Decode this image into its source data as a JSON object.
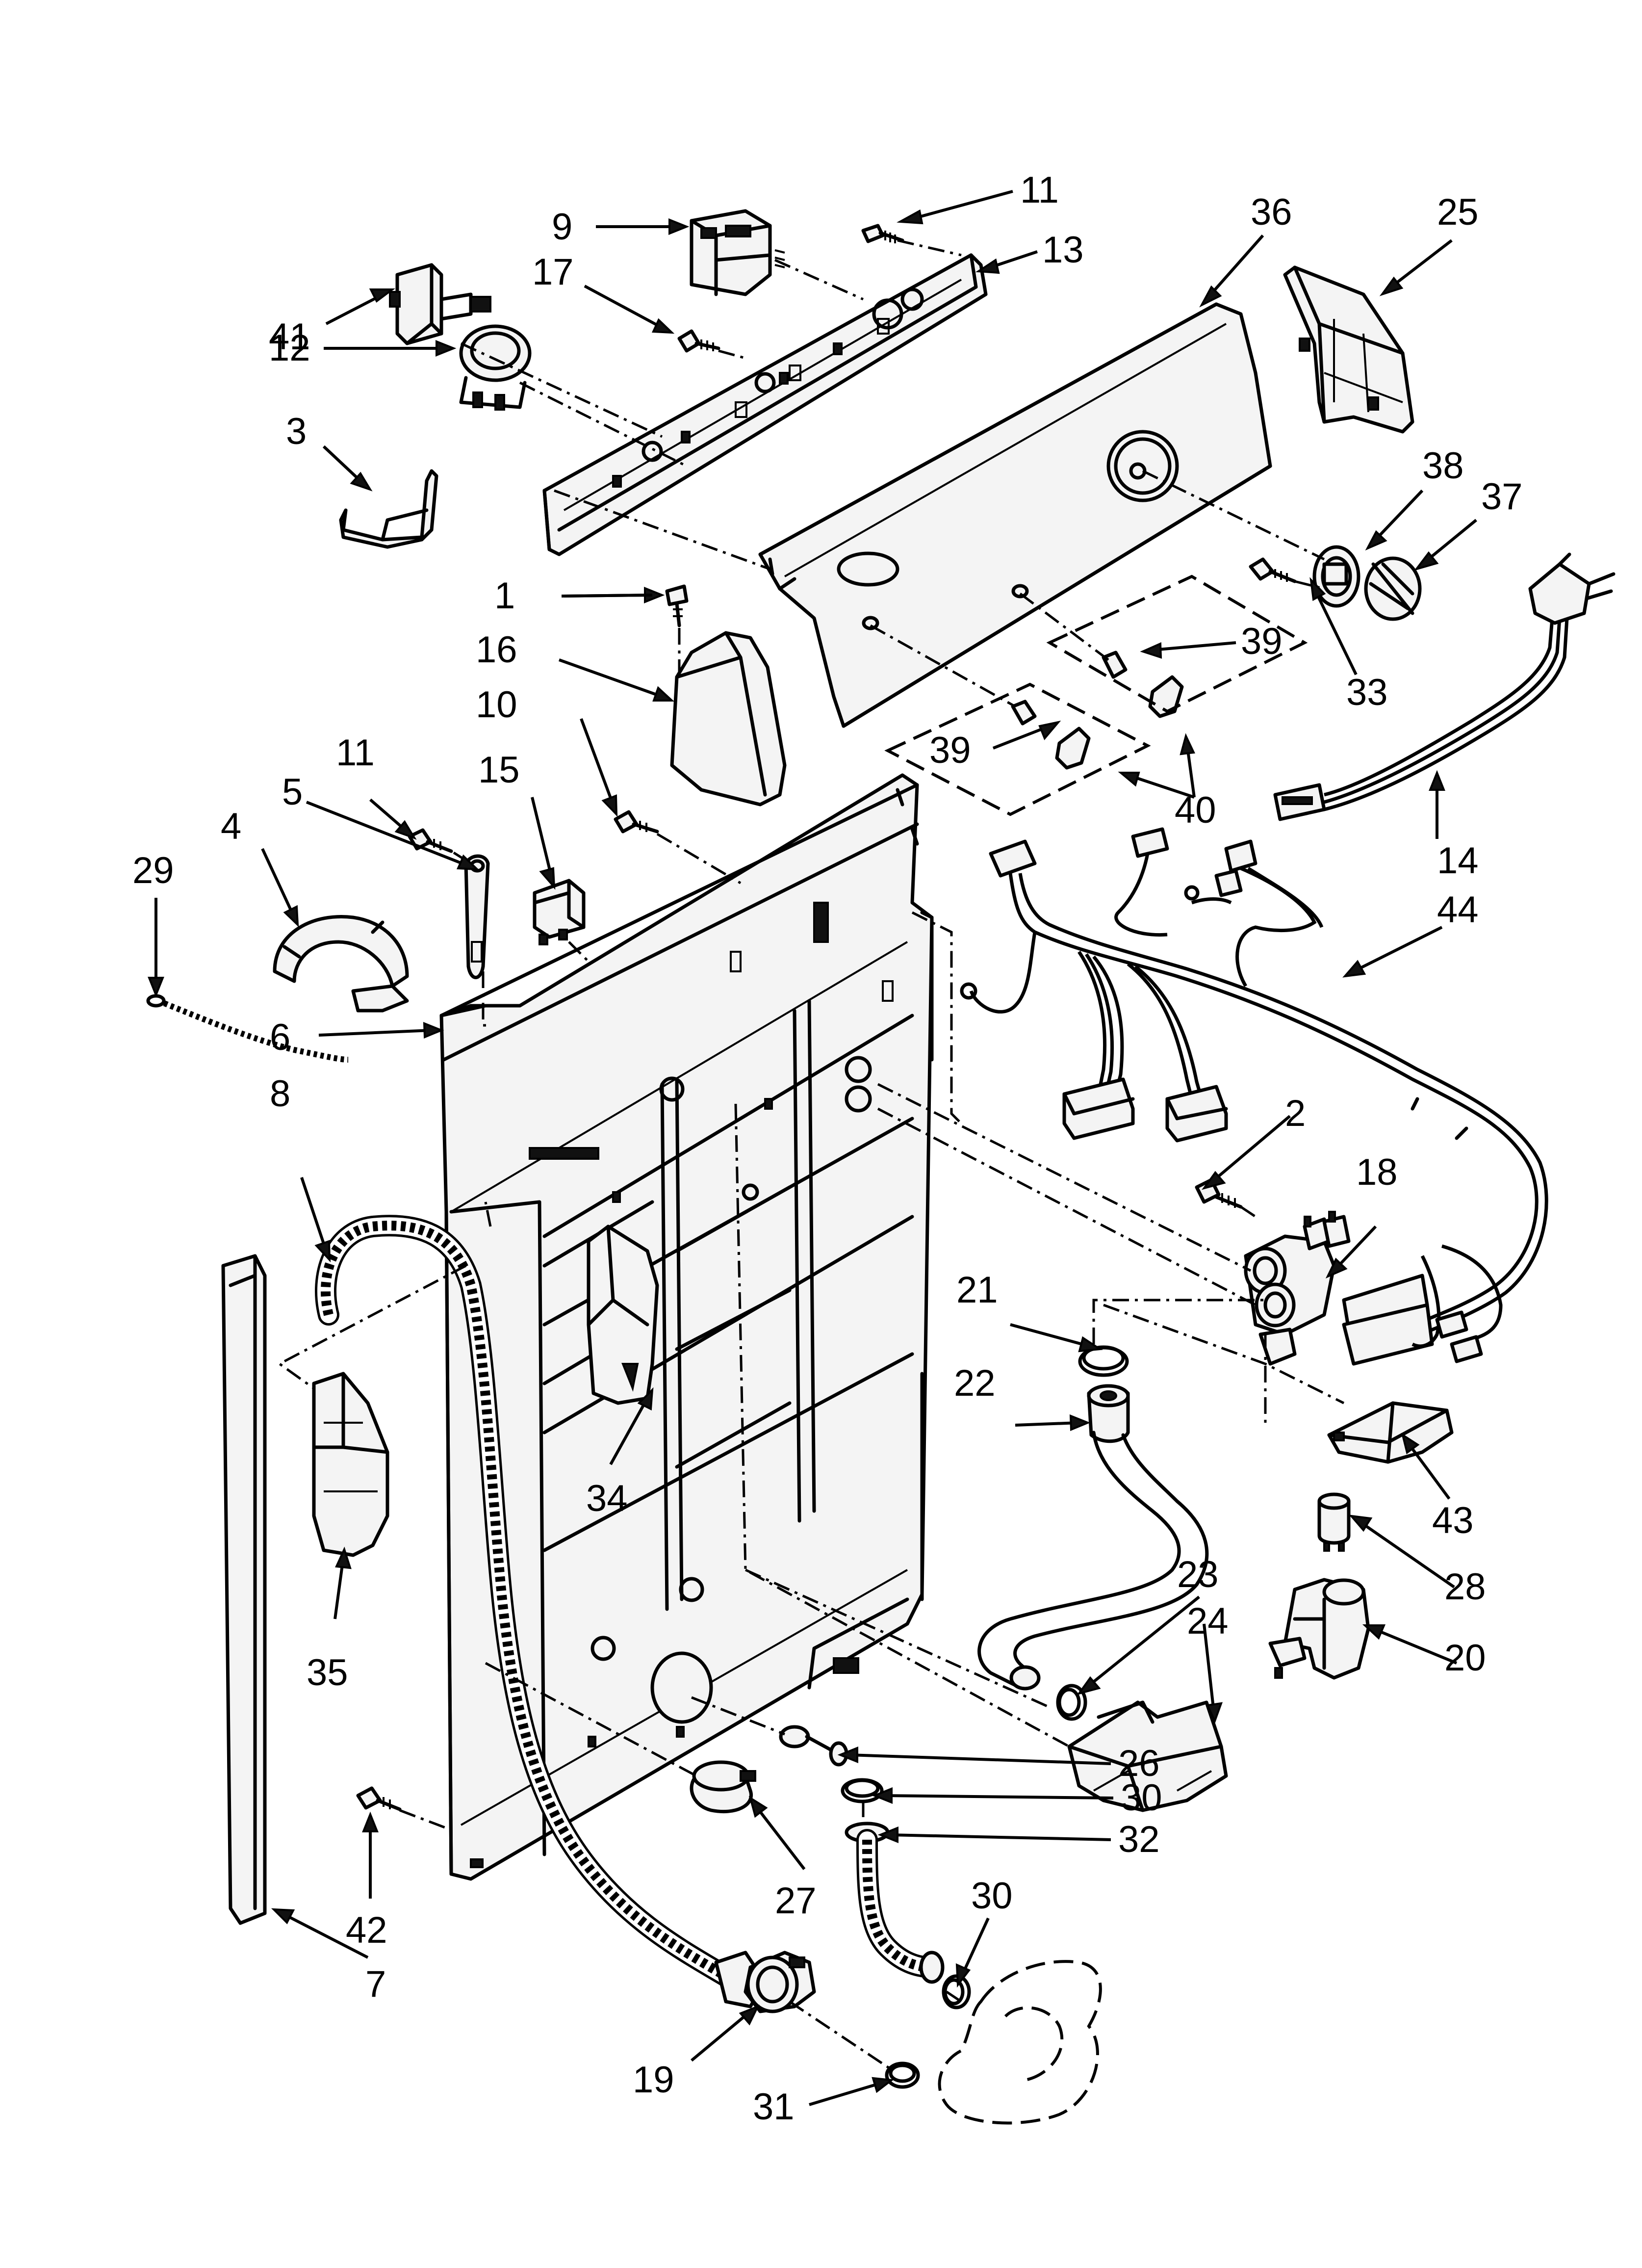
{
  "diagram": {
    "type": "exploded-parts-diagram",
    "callouts": [
      {
        "id": "c1",
        "number": "1"
      },
      {
        "id": "c2",
        "number": "2"
      },
      {
        "id": "c3",
        "number": "3"
      },
      {
        "id": "c4",
        "number": "4"
      },
      {
        "id": "c5",
        "number": "5"
      },
      {
        "id": "c6",
        "number": "6"
      },
      {
        "id": "c7",
        "number": "7"
      },
      {
        "id": "c8",
        "number": "8"
      },
      {
        "id": "c9",
        "number": "9"
      },
      {
        "id": "c10",
        "number": "10"
      },
      {
        "id": "c11a",
        "number": "11"
      },
      {
        "id": "c11b",
        "number": "11"
      },
      {
        "id": "c12",
        "number": "12"
      },
      {
        "id": "c13",
        "number": "13"
      },
      {
        "id": "c14",
        "number": "14"
      },
      {
        "id": "c15",
        "number": "15"
      },
      {
        "id": "c16",
        "number": "16"
      },
      {
        "id": "c17",
        "number": "17"
      },
      {
        "id": "c18",
        "number": "18"
      },
      {
        "id": "c19",
        "number": "19"
      },
      {
        "id": "c20",
        "number": "20"
      },
      {
        "id": "c21",
        "number": "21"
      },
      {
        "id": "c22",
        "number": "22"
      },
      {
        "id": "c23",
        "number": "23"
      },
      {
        "id": "c24",
        "number": "24"
      },
      {
        "id": "c25",
        "number": "25"
      },
      {
        "id": "c26",
        "number": "26"
      },
      {
        "id": "c27",
        "number": "27"
      },
      {
        "id": "c28",
        "number": "28"
      },
      {
        "id": "c29",
        "number": "29"
      },
      {
        "id": "c30a",
        "number": "30"
      },
      {
        "id": "c30b",
        "number": "30"
      },
      {
        "id": "c31",
        "number": "31"
      },
      {
        "id": "c32",
        "number": "32"
      },
      {
        "id": "c33",
        "number": "33"
      },
      {
        "id": "c34",
        "number": "34"
      },
      {
        "id": "c35",
        "number": "35"
      },
      {
        "id": "c36",
        "number": "36"
      },
      {
        "id": "c37",
        "number": "37"
      },
      {
        "id": "c38",
        "number": "38"
      },
      {
        "id": "c39a",
        "number": "39"
      },
      {
        "id": "c39b",
        "number": "39"
      },
      {
        "id": "c40",
        "number": "40"
      },
      {
        "id": "c41",
        "number": "41"
      },
      {
        "id": "c42",
        "number": "42"
      },
      {
        "id": "c43",
        "number": "43"
      },
      {
        "id": "c44",
        "number": "44"
      }
    ]
  }
}
